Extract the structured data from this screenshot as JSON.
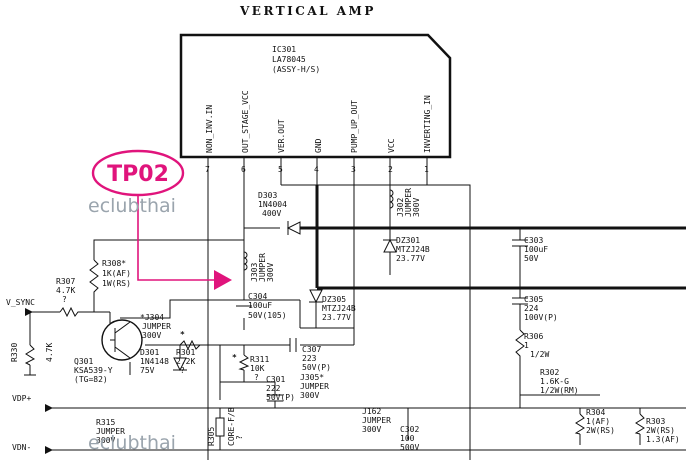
{
  "title": "VERTICAL AMP",
  "ic": {
    "ref": "IC301",
    "part": "LA78045",
    "note": "(ASSY-H/S)",
    "pins": [
      {
        "num": "7",
        "name": "NON_INV.IN"
      },
      {
        "num": "6",
        "name": "OUT_STAGE_VCC"
      },
      {
        "num": "5",
        "name": "VER.OUT"
      },
      {
        "num": "4",
        "name": "GND"
      },
      {
        "num": "3",
        "name": "PUMP_UP_OUT"
      },
      {
        "num": "2",
        "name": "VCC"
      },
      {
        "num": "1",
        "name": "INVERTING_IN"
      }
    ]
  },
  "test_point": "TP02",
  "watermarks": [
    "eclubthai",
    "eclubthai"
  ],
  "components": {
    "d303": [
      "D303",
      "1N4004",
      "400V"
    ],
    "j303": [
      "J303",
      "JUMPER",
      "300V"
    ],
    "dz301": [
      "DZ301",
      "MTZJ24B",
      "23.77V"
    ],
    "c303": [
      "C303",
      "100uF",
      "50V"
    ],
    "j302": [
      "J302",
      "JUMPER",
      "300V"
    ],
    "r308": [
      "R308*",
      "1K(AF)",
      "1W(RS)"
    ],
    "r307": [
      "R307",
      "4.7K",
      "?"
    ],
    "c304": [
      "C304",
      "100uF",
      "50V(105)"
    ],
    "dz305": [
      "DZ305",
      "MTZJ24B",
      "23.77V"
    ],
    "c305": [
      "C305",
      "224",
      "100V(P)"
    ],
    "r306": [
      "R306",
      "1",
      "1/2W"
    ],
    "j304": [
      "*J304",
      "JUMPER",
      "300V"
    ],
    "q301": [
      "Q301",
      "KSA539-Y",
      "(TG=82)"
    ],
    "r330": [
      "R330",
      "4.7K"
    ],
    "d301": [
      "D301",
      "1N4148",
      "75V"
    ],
    "r301": [
      "R301",
      "2.2K",
      "?"
    ],
    "r311": [
      "R311",
      "10K",
      "?"
    ],
    "c307": [
      "C307",
      "223",
      "50V(P)"
    ],
    "j305": [
      "J305*",
      "JUMPER",
      "300V"
    ],
    "c301": [
      "C301",
      "222",
      "50V(P)"
    ],
    "r302": [
      "R302",
      "1.6K-G",
      "1/2W(RM)"
    ],
    "r304": [
      "R304",
      "1(AF)",
      "2W(RS)"
    ],
    "r303": [
      "R303",
      "2W(RS)",
      "1.3(AF)"
    ],
    "r315": [
      "R315",
      "JUMPER",
      "300V"
    ],
    "r305": [
      "R305",
      "CORE-F/B",
      "?"
    ],
    "j162": [
      "J162",
      "JUMPER",
      "300V"
    ],
    "c302": [
      "C302",
      "100",
      "500V"
    ]
  },
  "nets": {
    "v_sync": "V_SYNC",
    "vdp": "VDP+",
    "vdn": "VDN-"
  },
  "marks": {
    "star": "*"
  }
}
